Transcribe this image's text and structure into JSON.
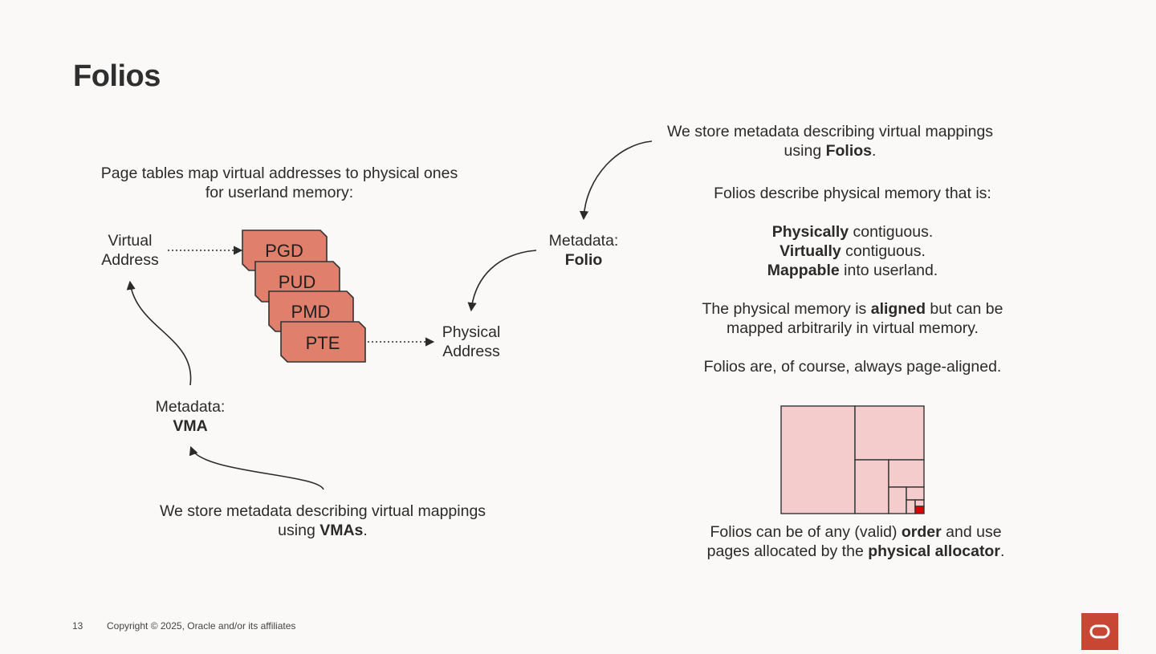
{
  "title": "Folios",
  "left": {
    "intro_line1": "Page tables map virtual addresses to physical ones",
    "intro_line2": "for userland memory:",
    "virtual_line1": "Virtual",
    "virtual_line2": "Address",
    "physical_line1": "Physical",
    "physical_line2": "Address",
    "page_tables": [
      "PGD",
      "PUD",
      "PMD",
      "PTE"
    ],
    "vma_label": "Metadata:",
    "vma_value": "VMA",
    "vma_desc_line1": "We store metadata describing virtual mappings",
    "vma_desc_pre": "using ",
    "vma_desc_bold": "VMAs",
    "vma_desc_post": "."
  },
  "middle": {
    "folio_label": "Metadata:",
    "folio_value": "Folio"
  },
  "right": {
    "folio_desc_line1": "We store metadata describing virtual mappings",
    "folio_desc_pre": "using ",
    "folio_desc_bold": "Folios",
    "folio_desc_post": ".",
    "describe_intro": "Folios describe physical memory that is:",
    "prop1_bold": "Physically",
    "prop1_rest": " contiguous.",
    "prop2_bold": "Virtually",
    "prop2_rest": " contiguous.",
    "prop3_bold": "Mappable",
    "prop3_rest": " into userland.",
    "aligned_pre": "The physical memory is ",
    "aligned_bold": "aligned",
    "aligned_post": " but can be",
    "aligned_line2": "mapped arbitrarily in virtual memory.",
    "page_aligned": "Folios are, of course, always page-aligned.",
    "order_pre": "Folios can be of any (valid) ",
    "order_bold": "order",
    "order_post": " and use",
    "alloc_pre": "pages allocated by the ",
    "alloc_bold": "physical allocator",
    "alloc_post": "."
  },
  "colors": {
    "page_table_fill": "#df7f6c",
    "folio_block_fill": "#f4cccc",
    "folio_highlight": "#e00000",
    "brand": "#c74634"
  },
  "footer": {
    "page_number": "13",
    "copyright": "Copyright © 2025, Oracle and/or its affiliates"
  },
  "logo": {
    "icon": "oracle-logo-icon"
  }
}
